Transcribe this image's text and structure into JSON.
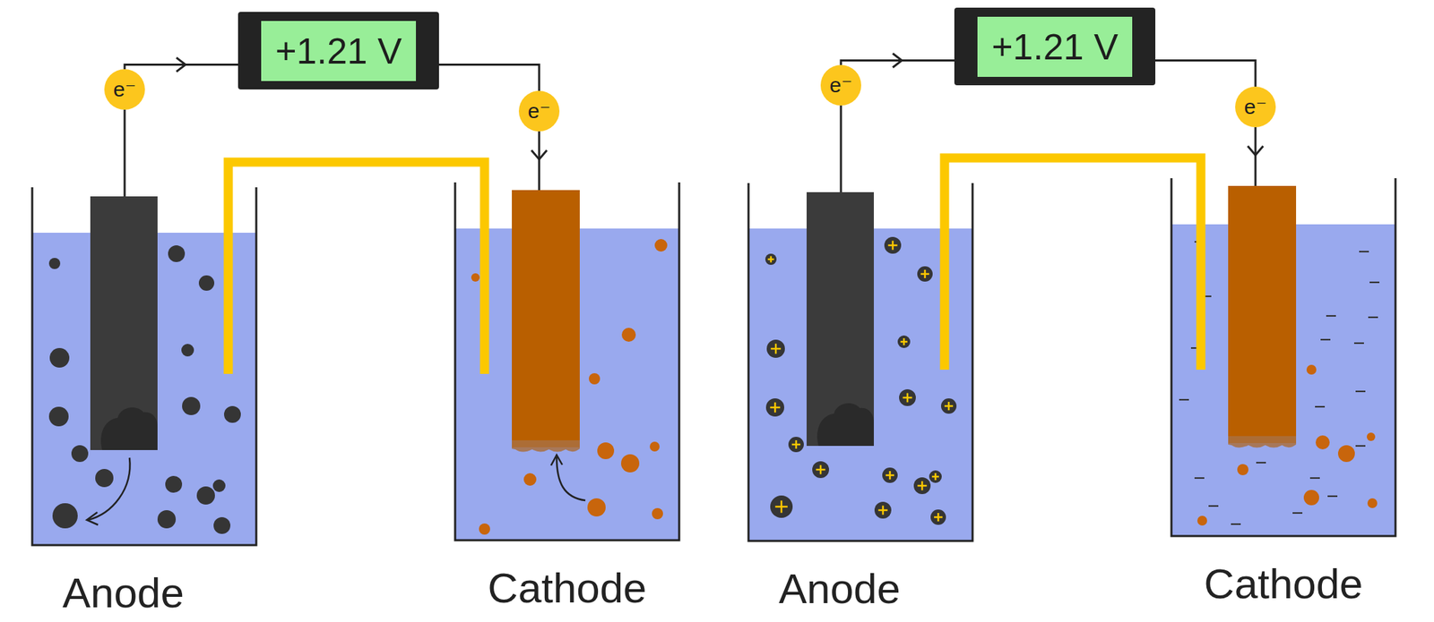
{
  "diagram": {
    "nodes": [
      {
        "text": [
          "+1.21 V"
        ]
      },
      {
        "text": [
          "e⁻"
        ]
      },
      {
        "text": [
          "e⁻"
        ]
      },
      {
        "text": [
          "+1.21 V"
        ]
      },
      {
        "text": [
          "e⁻"
        ]
      },
      {
        "text": [
          "e⁻"
        ]
      }
    ],
    "edges": [
      {
        "from": 1,
        "to": 0,
        "arrow": "to"
      },
      {
        "from": 0,
        "to": 2,
        "arrow": "none"
      },
      {
        "from": 4,
        "to": 3,
        "arrow": "to"
      },
      {
        "from": 3,
        "to": 5,
        "arrow": "none"
      }
    ],
    "labels": [
      "Anode",
      "Cathode",
      "Anode",
      "Cathode"
    ]
  }
}
